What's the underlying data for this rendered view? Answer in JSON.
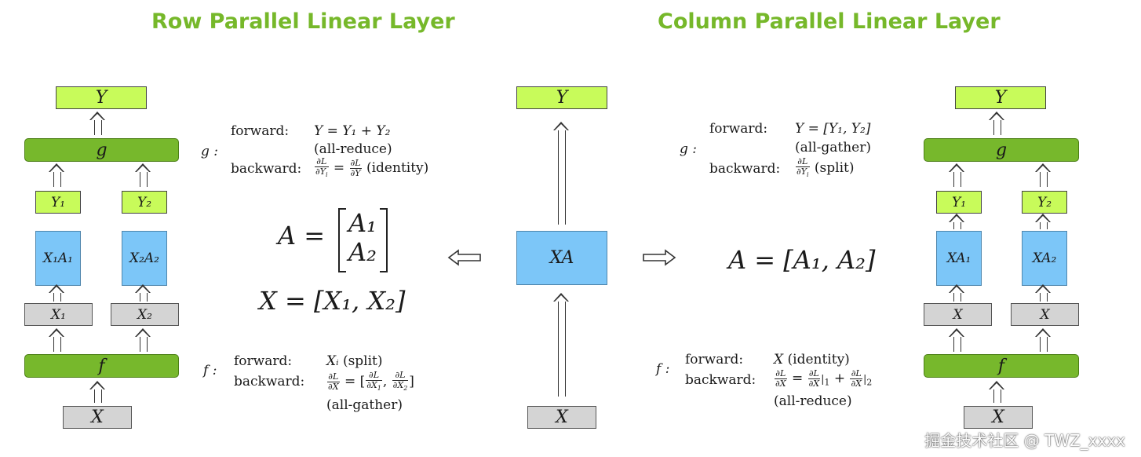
{
  "titles": {
    "left": "Row Parallel Linear Layer",
    "right": "Column Parallel Linear Layer"
  },
  "colors": {
    "title": "#76b82a",
    "lime_box": "#c8fb5a",
    "green_box": "#77b82c",
    "blue_box": "#7cc6f8",
    "gray_box": "#d4d4d4"
  },
  "row_diagram": {
    "output": "Y",
    "g": "g",
    "y1": "Y₁",
    "y2": "Y₂",
    "block1": "X₁A₁",
    "block2": "X₂A₂",
    "x1": "X₁",
    "x2": "X₂",
    "f": "f",
    "input": "X"
  },
  "row_annot": {
    "g_label": "g :",
    "g_forward_label": "forward:",
    "g_forward_eq": "Y = Y₁ + Y₂",
    "g_forward_note": "(all-reduce)",
    "g_backward_label": "backward:",
    "g_backward_note": "(identity)",
    "A_eq_lhs": "A =",
    "A1": "A₁",
    "A2": "A₂",
    "X_eq": "X = [X₁, X₂]",
    "f_label": "f :",
    "f_forward_label": "forward:",
    "f_forward_eq": "Xᵢ",
    "f_forward_note": "(split)",
    "f_backward_label": "backward:",
    "f_backward_note": "(all-gather)"
  },
  "center": {
    "output": "Y",
    "block": "XA",
    "input": "X"
  },
  "col_annot": {
    "g_label": "g :",
    "g_forward_label": "forward:",
    "g_forward_eq": "Y = [Y₁, Y₂]",
    "g_forward_note": "(all-gather)",
    "g_backward_label": "backward:",
    "g_backward_note": "(split)",
    "A_eq": "A = [A₁, A₂]",
    "f_label": "f :",
    "f_forward_label": "forward:",
    "f_forward_eq": "X",
    "f_forward_note": "(identity)",
    "f_backward_label": "backward:",
    "f_backward_note": "(all-reduce)"
  },
  "col_diagram": {
    "output": "Y",
    "g": "g",
    "y1": "Y₁",
    "y2": "Y₂",
    "block1": "XA₁",
    "block2": "XA₂",
    "x1": "X",
    "x2": "X",
    "f": "f",
    "input": "X"
  },
  "watermark": "掘金技术社区 @ TWZ_xxxx"
}
